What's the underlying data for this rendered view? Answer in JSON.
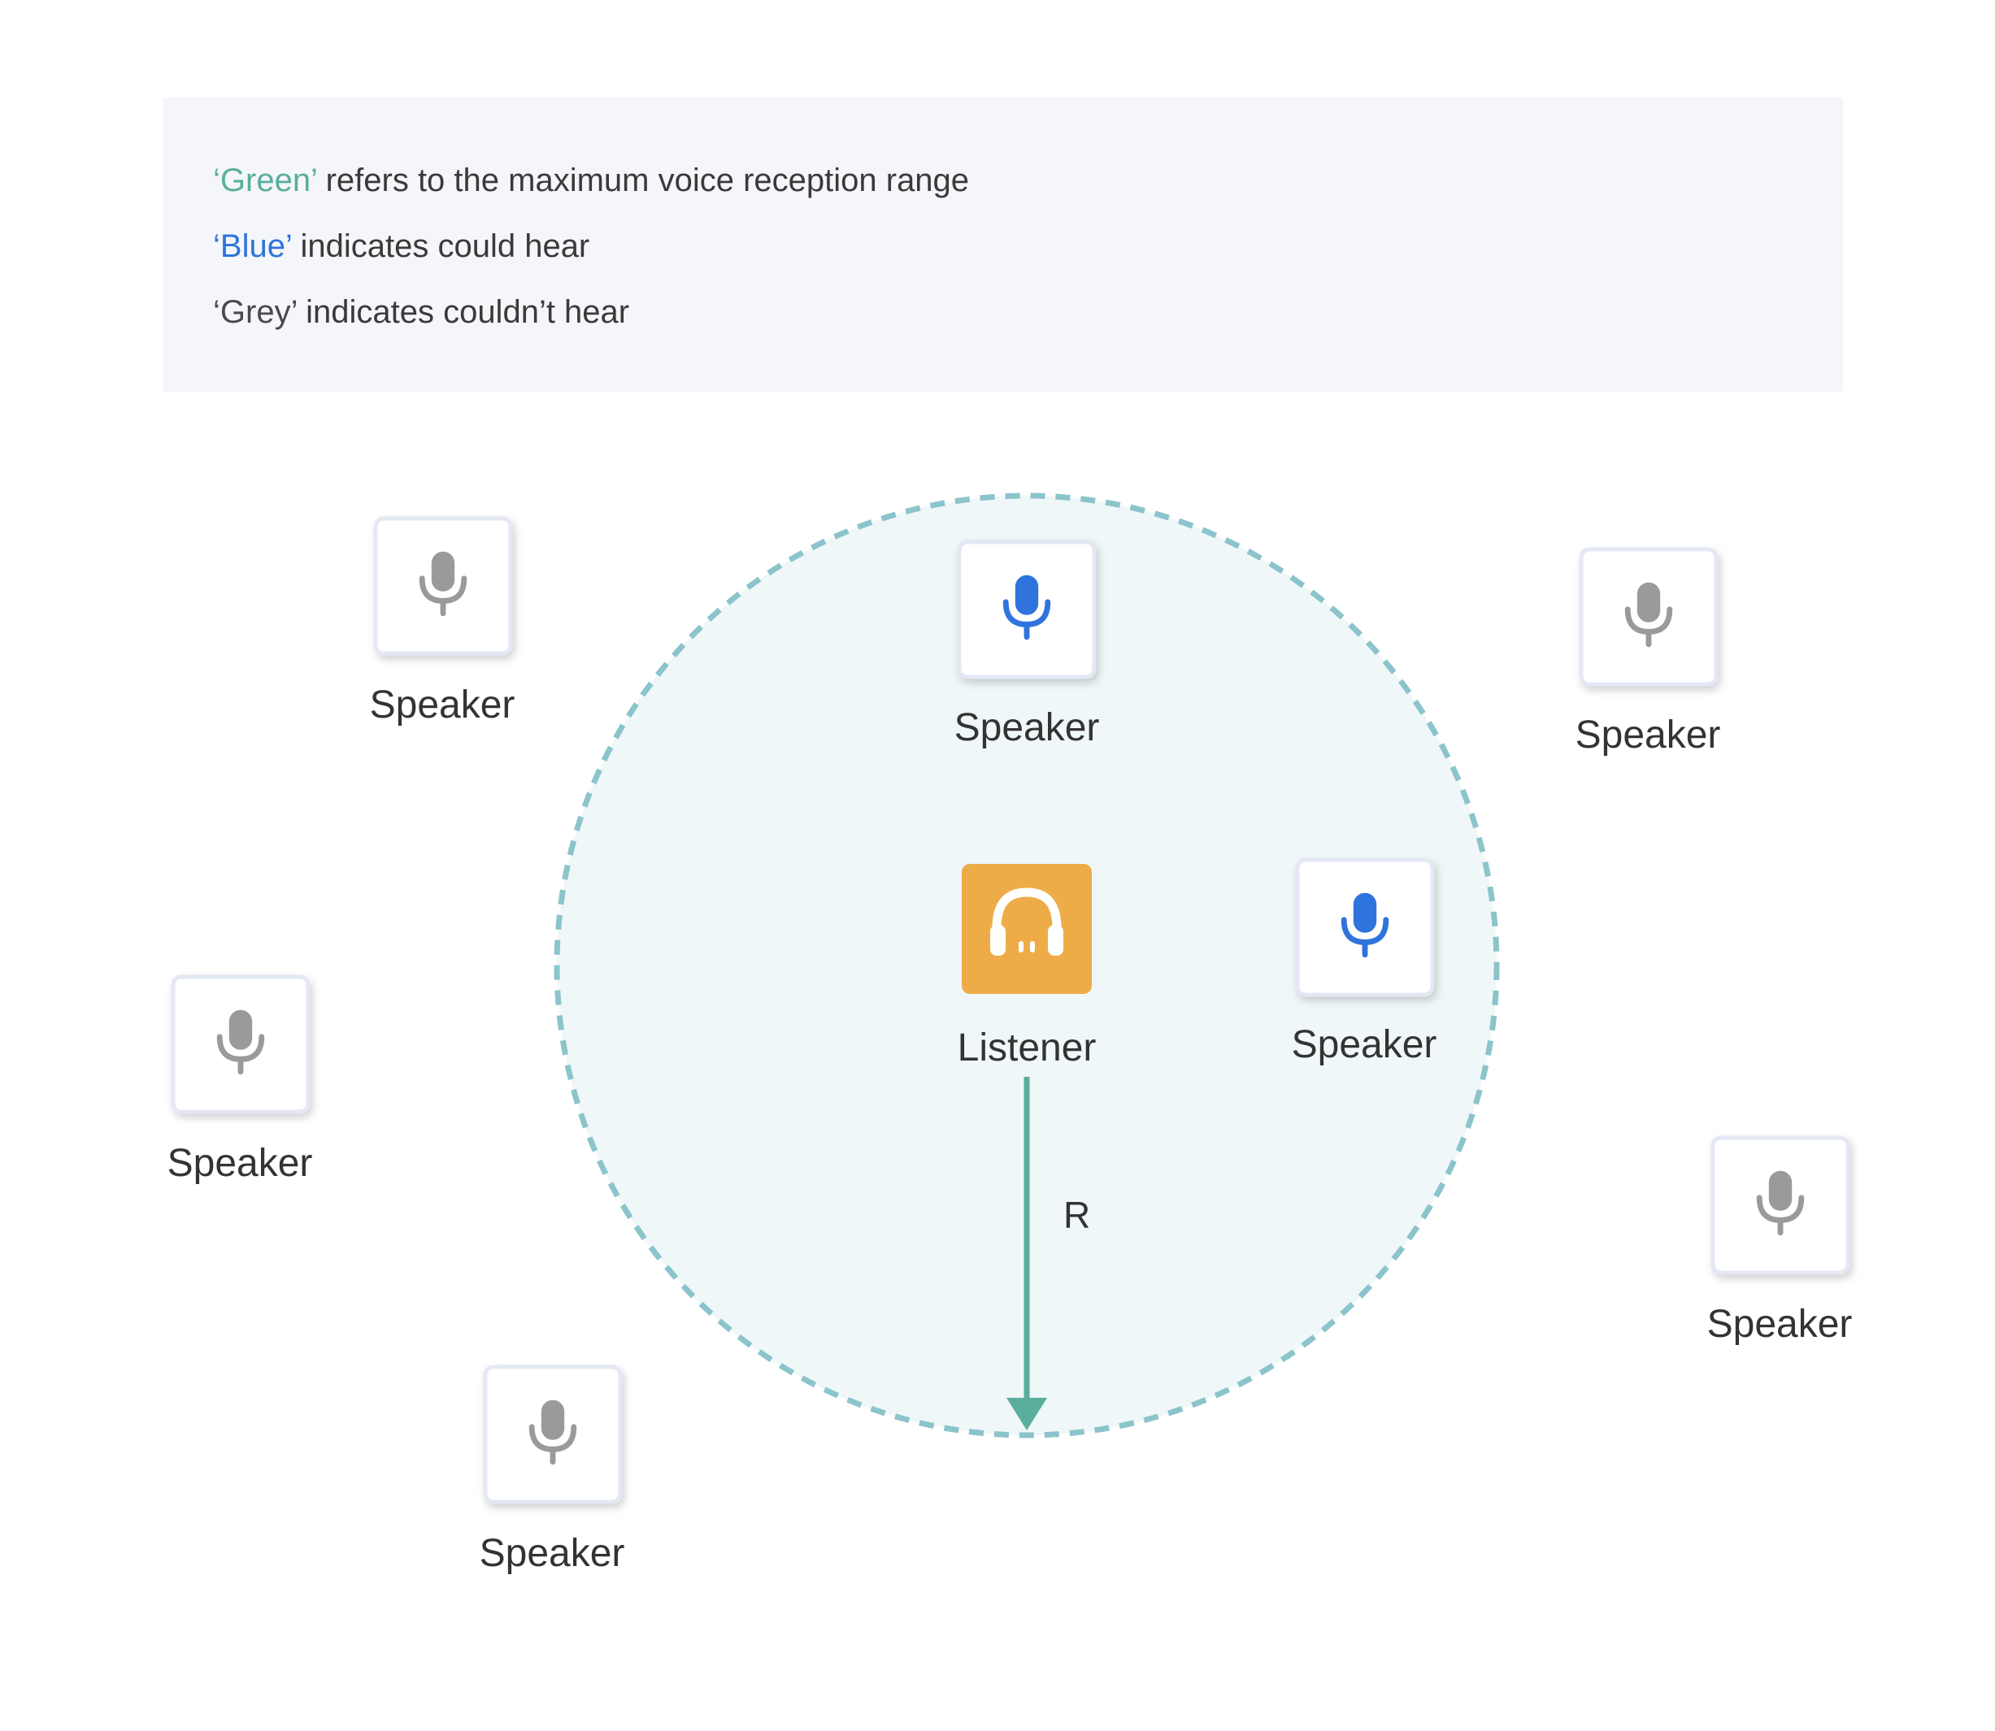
{
  "legend": {
    "lines": [
      {
        "key": "‘Green’",
        "text": " refers to the maximum voice reception range"
      },
      {
        "key": "‘Blue’",
        "text": " indicates could hear"
      },
      {
        "key": "‘Grey’",
        "text": " indicates couldn’t hear"
      }
    ]
  },
  "colors": {
    "green": "#5aae9c",
    "blue": "#2f74dc",
    "grey": "#9a9a9a",
    "range_fill": "#eff7f8",
    "range_stroke": "#8bc4cb",
    "listener_bg": "#eeac48",
    "legend_bg": "#f5f6fa"
  },
  "listener": {
    "label": "Listener",
    "icon": "headset-icon"
  },
  "radius_label": "R",
  "speakers": [
    {
      "label": "Speaker",
      "status": "can-hear",
      "icon": "microphone-icon"
    },
    {
      "label": "Speaker",
      "status": "can-hear",
      "icon": "microphone-icon"
    },
    {
      "label": "Speaker",
      "status": "cannot-hear",
      "icon": "microphone-icon"
    },
    {
      "label": "Speaker",
      "status": "cannot-hear",
      "icon": "microphone-icon"
    },
    {
      "label": "Speaker",
      "status": "cannot-hear",
      "icon": "microphone-icon"
    },
    {
      "label": "Speaker",
      "status": "cannot-hear",
      "icon": "microphone-icon"
    },
    {
      "label": "Speaker",
      "status": "cannot-hear",
      "icon": "microphone-icon"
    }
  ]
}
